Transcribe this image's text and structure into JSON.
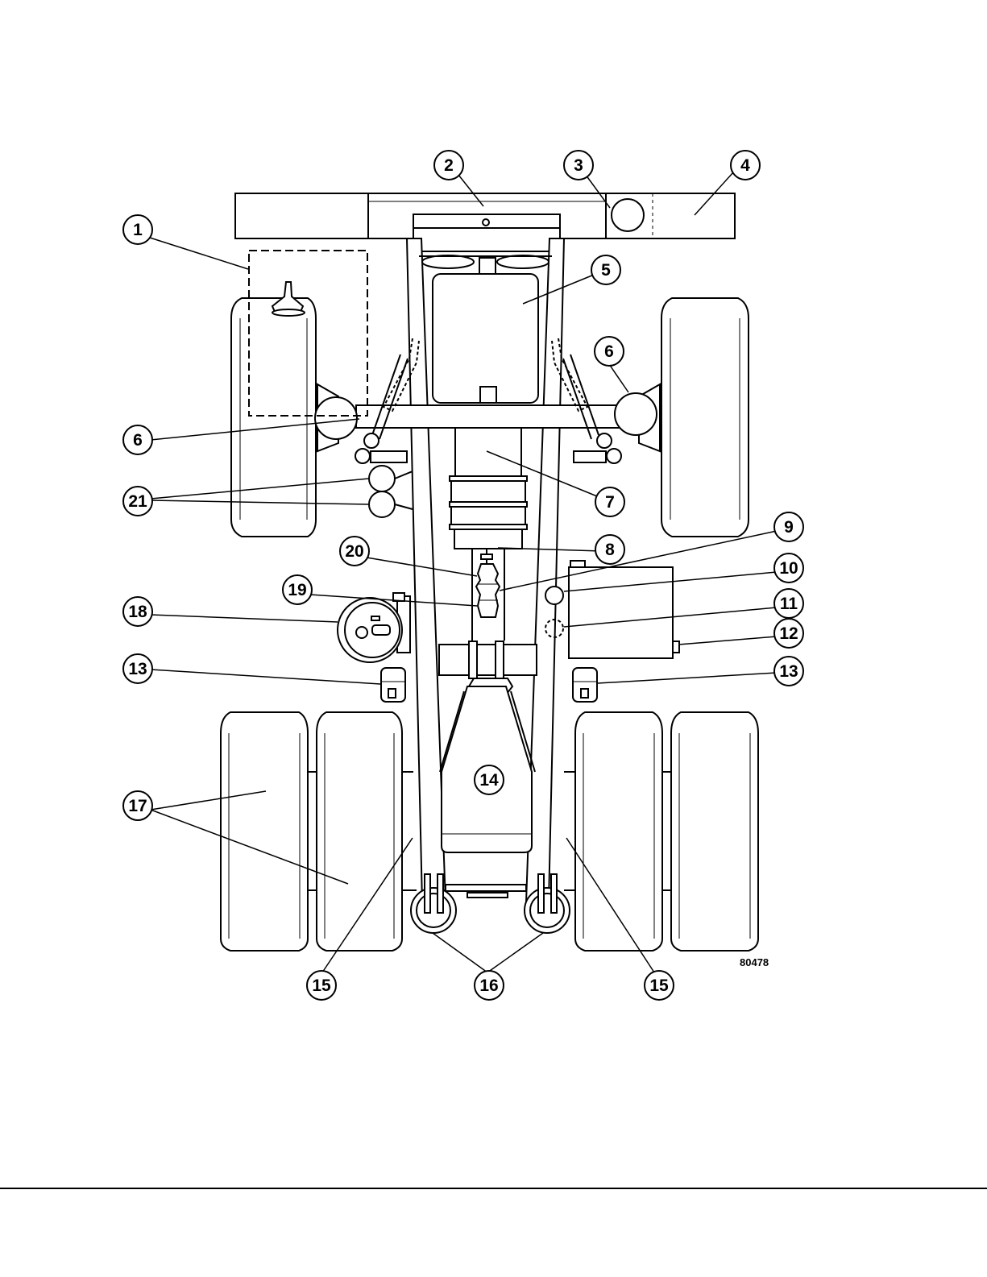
{
  "figure_id": "80478",
  "callouts": [
    "1",
    "2",
    "3",
    "4",
    "5",
    "6",
    "7",
    "8",
    "9",
    "10",
    "11",
    "12",
    "13",
    "14",
    "15",
    "16",
    "17",
    "18",
    "19",
    "20",
    "21"
  ]
}
